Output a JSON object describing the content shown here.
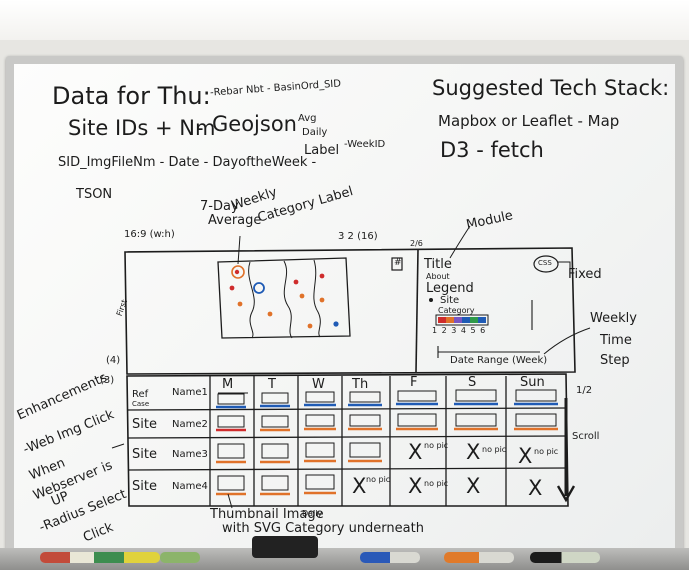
{
  "top_left": {
    "title": "Data for Thu:",
    "line1": "Site IDs + Nm",
    "line1_mid": "-",
    "line1_geo": "Geojson",
    "line1_sup": "-Rebar Nbt - BasinOrd_SID",
    "line2": "SID_ImgFileNm - Date - DayoftheWeek -",
    "line2_label": "Label",
    "line2_weekid": "-WeekID",
    "line2_avg": "Avg",
    "line2_daily": "Daily",
    "line3": "TSON"
  },
  "top_right": {
    "title": "Suggested Tech Stack:",
    "line1": "Mapbox or Leaflet - Map",
    "line2": "D3 - fetch"
  },
  "annotations": {
    "ratio": "16:9 (w:h)",
    "seven_day": "7-Day",
    "average": "Average",
    "weekly": "Weekly",
    "category_label": "Category Label",
    "size_2": "3 2 (16)",
    "size_small": "2/6",
    "module": "Module",
    "fixed": "Fixed",
    "weekly_time_step": [
      "Weekly",
      "Time",
      "Step"
    ],
    "scroll": "Scroll",
    "half": "1/2",
    "fourth_mark": "(4)",
    "first_mark": "First",
    "thumb_caption_1": "Thumbnail Image",
    "thumb_caption_2": "with SVG Category underneath",
    "thumb_daily": "Daily"
  },
  "map_panel": {
    "icon": "#"
  },
  "legend_panel": {
    "title": "Title",
    "about": "About",
    "legend": "Legend",
    "site": "Site",
    "category": "Category",
    "scale_numbers": "1 2 3 4 5 6",
    "date_range": "Date Range (Week)",
    "badge": "CSS"
  },
  "grid": {
    "ref_label": "Ref",
    "ref_sub": "Case",
    "days": [
      "M",
      "T",
      "W",
      "Th",
      "F",
      "S",
      "Sun"
    ],
    "rows": [
      {
        "site": "Ref",
        "name": "Name1"
      },
      {
        "site": "Site",
        "name": "Name2"
      },
      {
        "site": "Site",
        "name": "Name3"
      },
      {
        "site": "Site",
        "name": "Name4"
      }
    ],
    "no_pic_label": "no pic",
    "x_mark": "X"
  },
  "enhancements": {
    "title": "Enhancements",
    "sub": "(3)",
    "line1": "-Web Img Click",
    "line2": "When",
    "line3": "Webserver is",
    "line4": "UP",
    "line5": "-Radius Select",
    "line6": "Click"
  },
  "colors": {
    "ink": "#1c1c1c",
    "blue": "#1f5bb5",
    "orange": "#e0722a",
    "red": "#cf2c2c",
    "board": "#f7f8f7"
  }
}
